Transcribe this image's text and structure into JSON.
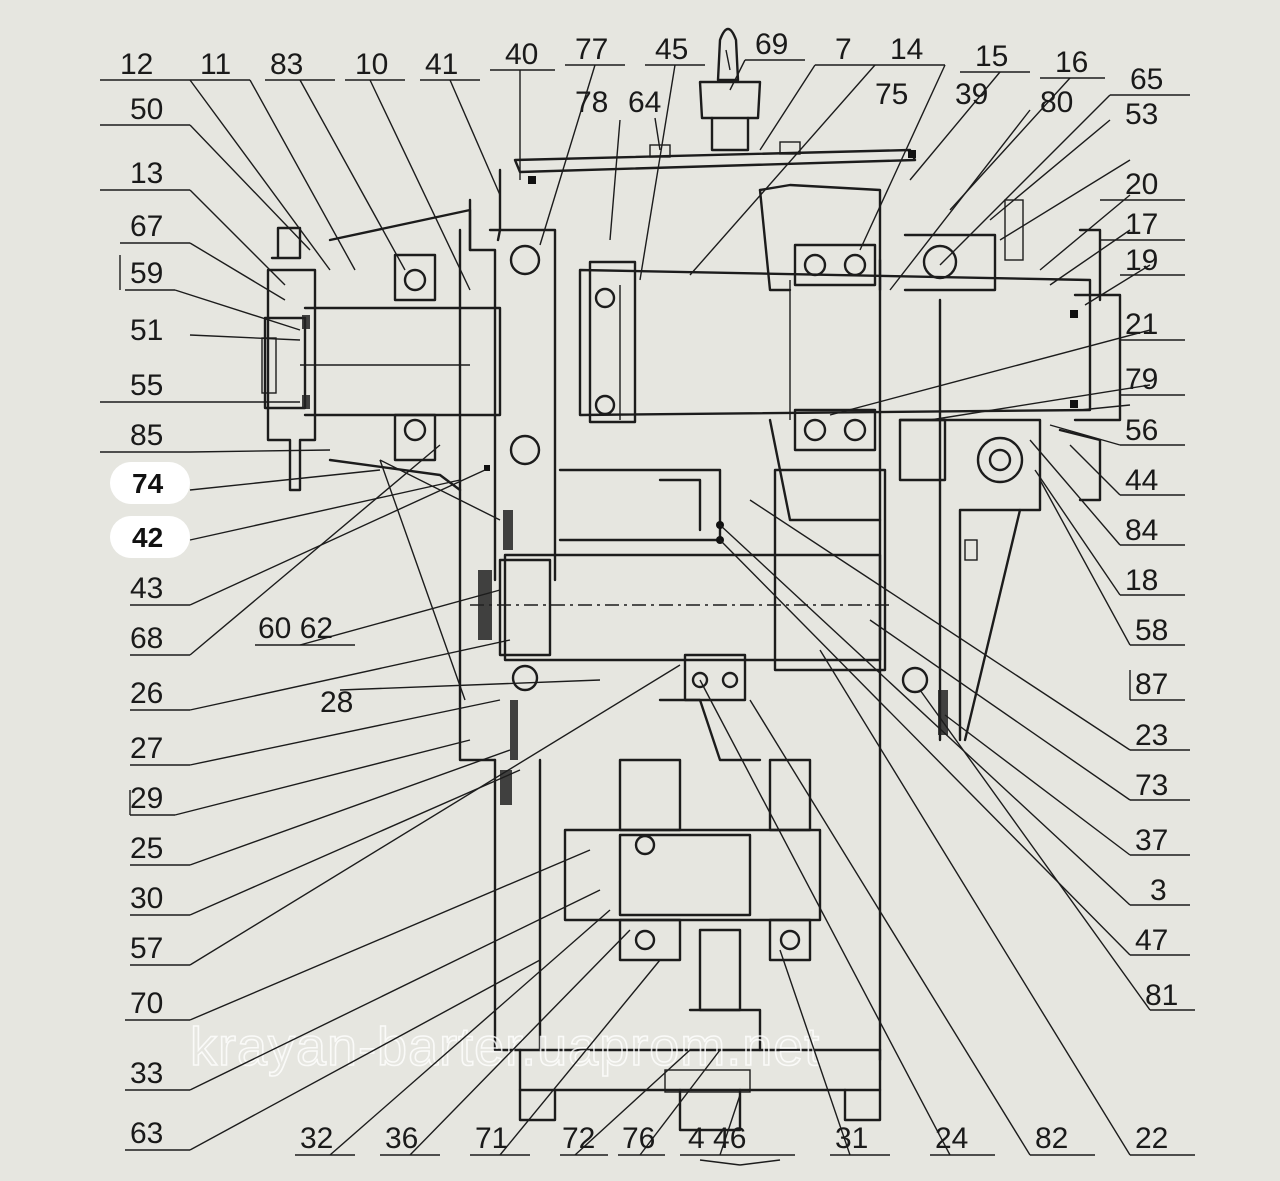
{
  "watermark": "krayan-barter.uaprom.net",
  "labels": {
    "n12": "12",
    "n11": "11",
    "n83": "83",
    "n10": "10",
    "n41": "41",
    "n40": "40",
    "n77": "77",
    "n45": "45",
    "n69": "69",
    "n7": "7",
    "n14": "14",
    "n15": "15",
    "n16": "16",
    "n65": "65",
    "n78": "78",
    "n64": "64",
    "n75": "75",
    "n39": "39",
    "n80": "80",
    "n53": "53",
    "n20": "20",
    "n17": "17",
    "n19": "19",
    "n21": "21",
    "n79": "79",
    "n56": "56",
    "n44": "44",
    "n84": "84",
    "n18": "18",
    "n58": "58",
    "n87": "87",
    "n23": "23",
    "n73": "73",
    "n37": "37",
    "n3": "3",
    "n47": "47",
    "n81": "81",
    "n22": "22",
    "n82": "82",
    "n24": "24",
    "n31": "31",
    "n4_46": "4  46",
    "n76": "76",
    "n72": "72",
    "n71": "71",
    "n36": "36",
    "n32": "32",
    "n63": "63",
    "n33": "33",
    "n70": "70",
    "n57": "57",
    "n30": "30",
    "n25": "25",
    "n29": "29",
    "n27": "27",
    "n28": "28",
    "n26": "26",
    "n60_62": "60  62",
    "n68": "68",
    "n43": "43",
    "n42": "42",
    "n74": "74",
    "n85": "85",
    "n55": "55",
    "n51": "51",
    "n59": "59",
    "n67": "67",
    "n13": "13",
    "n50": "50"
  }
}
